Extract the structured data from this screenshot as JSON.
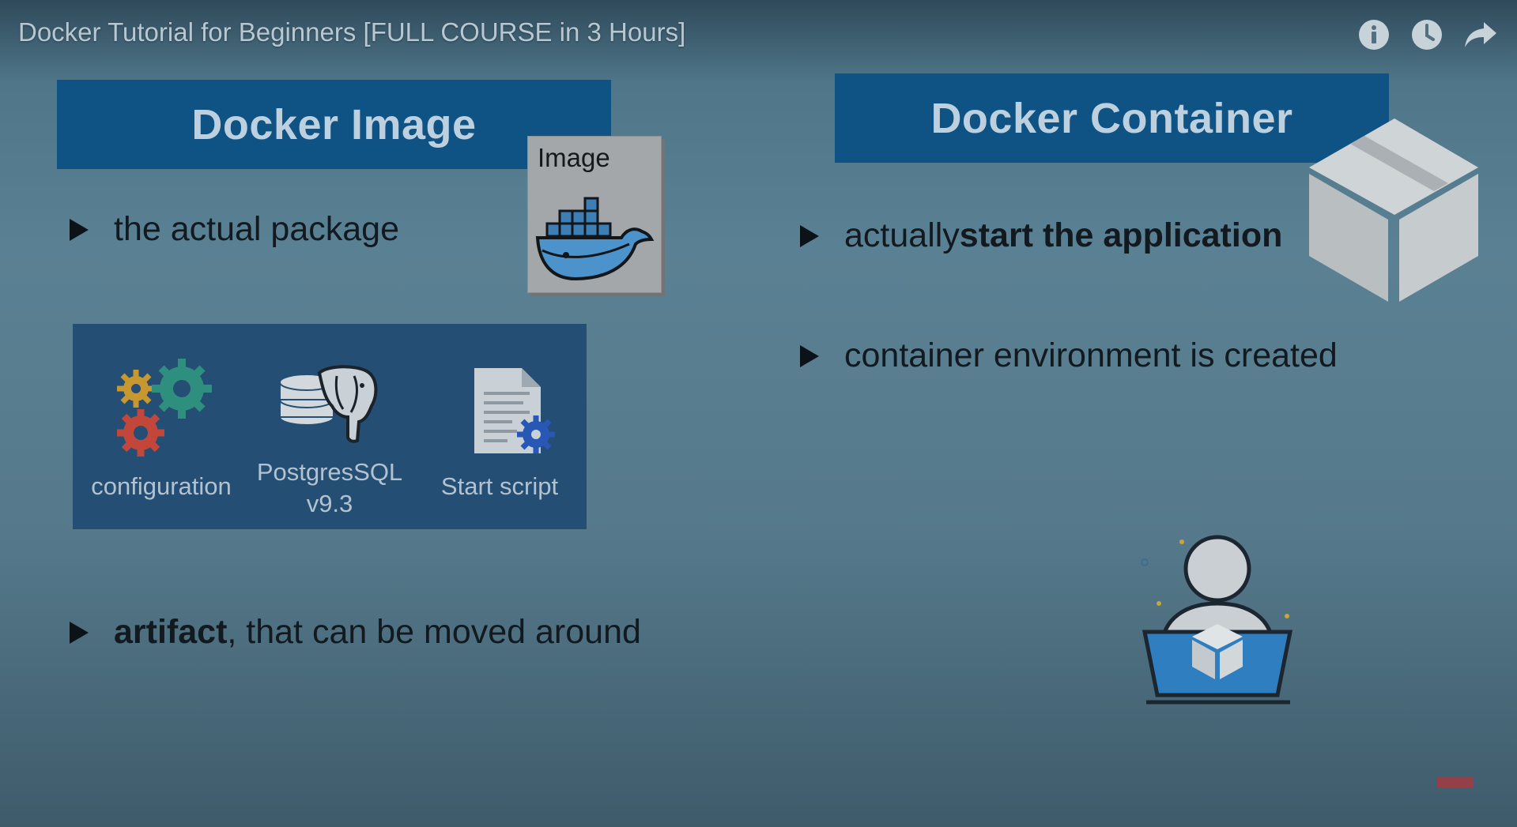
{
  "player": {
    "title": "Docker Tutorial for Beginners [FULL COURSE in 3 Hours]",
    "controls": [
      {
        "icon": "info-icon"
      },
      {
        "icon": "watch-later-clock-icon"
      },
      {
        "icon": "share-arrow-icon"
      }
    ]
  },
  "slide": {
    "image_section": {
      "heading": "Docker Image",
      "card_label": "Image",
      "bullet1": "the actual package",
      "components": [
        {
          "label": "configuration",
          "icon": "gears-icon"
        },
        {
          "label": "PostgresSQL\nv9.3",
          "icon": "postgresql-elephant-icon"
        },
        {
          "label": "Start script",
          "icon": "script-document-icon"
        }
      ],
      "bullet3_bold": "artifact",
      "bullet3_rest": ", that can be moved around"
    },
    "container_section": {
      "heading": "Docker Container",
      "bullet1_prefix": "actually ",
      "bullet1_bold": "start the application",
      "bullet2": "container environment is created"
    }
  },
  "colors": {
    "banner": "#0f5384",
    "components_box": "#254e74",
    "background": "#5a8193"
  }
}
